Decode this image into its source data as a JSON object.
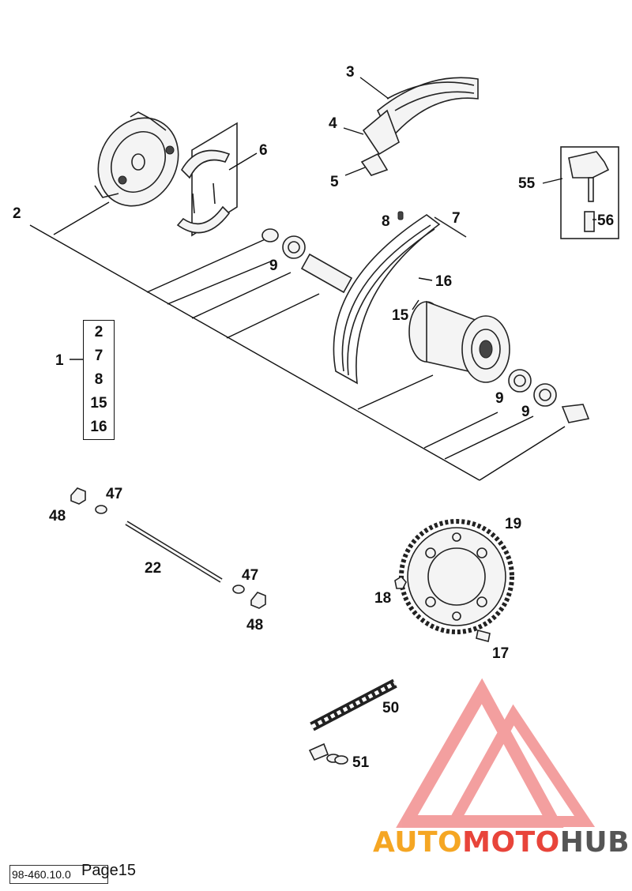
{
  "callouts": {
    "c1": "1",
    "c2": "2",
    "c3": "3",
    "c4": "4",
    "c5": "5",
    "c6": "6",
    "c7": "7",
    "c8": "8",
    "c9a": "9",
    "c9b": "9",
    "c9c": "9",
    "c15": "15",
    "c16": "16",
    "c17": "17",
    "c18": "18",
    "c19": "19",
    "c22": "22",
    "c47a": "47",
    "c47b": "47",
    "c48a": "48",
    "c48b": "48",
    "c50": "50",
    "c51": "51",
    "c55": "55",
    "c56": "56"
  },
  "kit_list": [
    "2",
    "7",
    "8",
    "15",
    "16"
  ],
  "footer": {
    "code": "98-460.10.0",
    "page": "Page15"
  },
  "watermark": {
    "part1": "AUTO",
    "part2": "MOTO",
    "part3": "HUB",
    "colors": {
      "orange": "#f5a623",
      "red": "#e8443a",
      "gray": "#555555",
      "triangle": "#f08080"
    }
  }
}
